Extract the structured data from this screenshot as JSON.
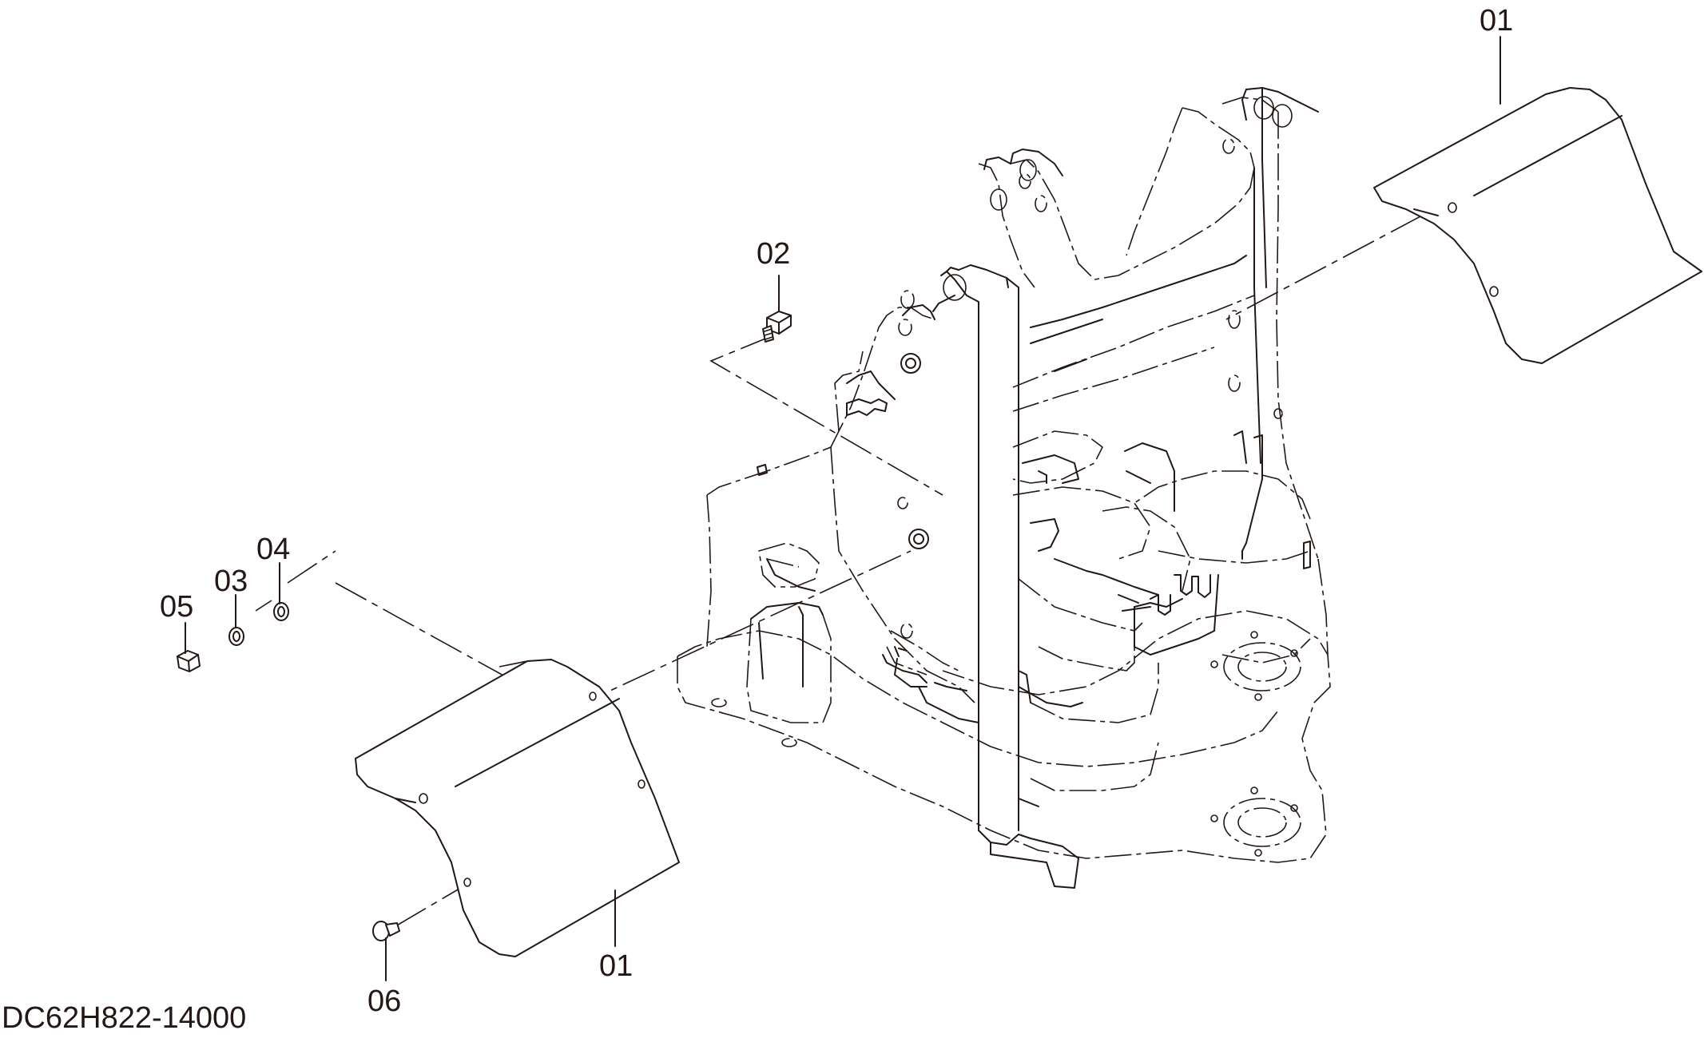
{
  "diagram": {
    "drawing_code": "DC62H822-14000",
    "callouts": [
      {
        "id": "callout-01-right",
        "label": "01"
      },
      {
        "id": "callout-02",
        "label": "02"
      },
      {
        "id": "callout-03",
        "label": "03"
      },
      {
        "id": "callout-04",
        "label": "04"
      },
      {
        "id": "callout-05",
        "label": "05"
      },
      {
        "id": "callout-01-left",
        "label": "01"
      },
      {
        "id": "callout-06",
        "label": "06"
      }
    ],
    "colors": {
      "line": "#231815",
      "background": "#ffffff"
    }
  }
}
